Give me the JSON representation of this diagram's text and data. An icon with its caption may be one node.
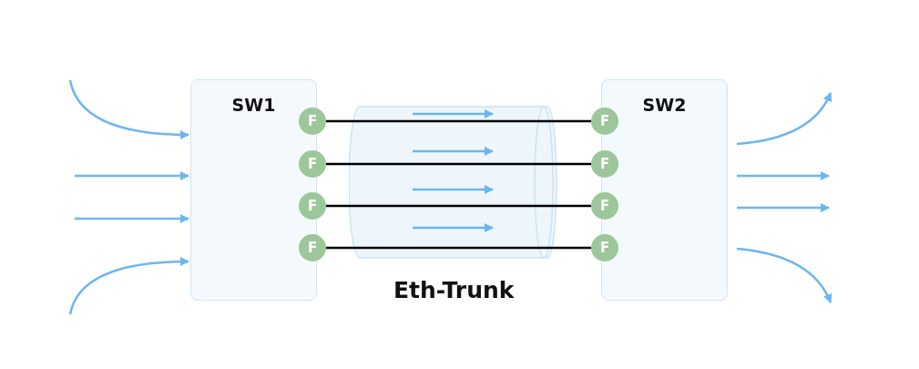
{
  "diagram": {
    "nodes": [
      {
        "text": [
          "SW1"
        ]
      },
      {
        "text": [
          "F"
        ]
      },
      {
        "text": [
          "F"
        ]
      },
      {
        "text": [
          "F"
        ]
      },
      {
        "text": [
          "F"
        ]
      },
      {
        "text": [
          "SW2"
        ]
      },
      {
        "text": [
          "F"
        ]
      },
      {
        "text": [
          "F"
        ]
      },
      {
        "text": [
          "F"
        ]
      },
      {
        "text": [
          "F"
        ]
      }
    ],
    "edges": [
      {
        "from": null,
        "to": 0,
        "arrow": "to"
      },
      {
        "from": null,
        "to": 0,
        "arrow": "to"
      },
      {
        "from": null,
        "to": 0,
        "arrow": "to"
      },
      {
        "from": null,
        "to": 0,
        "arrow": "to"
      },
      {
        "from": 1,
        "to": 6,
        "arrow": "none",
        "color": "#000000"
      },
      {
        "from": 2,
        "to": 7,
        "arrow": "none",
        "color": "#000000"
      },
      {
        "from": 3,
        "to": 8,
        "arrow": "none",
        "color": "#000000"
      },
      {
        "from": 4,
        "to": 9,
        "arrow": "none",
        "color": "#000000"
      },
      {
        "from": 5,
        "to": null,
        "arrow": "to"
      },
      {
        "from": 5,
        "to": null,
        "arrow": "to"
      },
      {
        "from": 5,
        "to": null,
        "arrow": "to"
      },
      {
        "from": 5,
        "to": null,
        "arrow": "to"
      }
    ],
    "labels": [
      "Eth-Trunk"
    ]
  }
}
